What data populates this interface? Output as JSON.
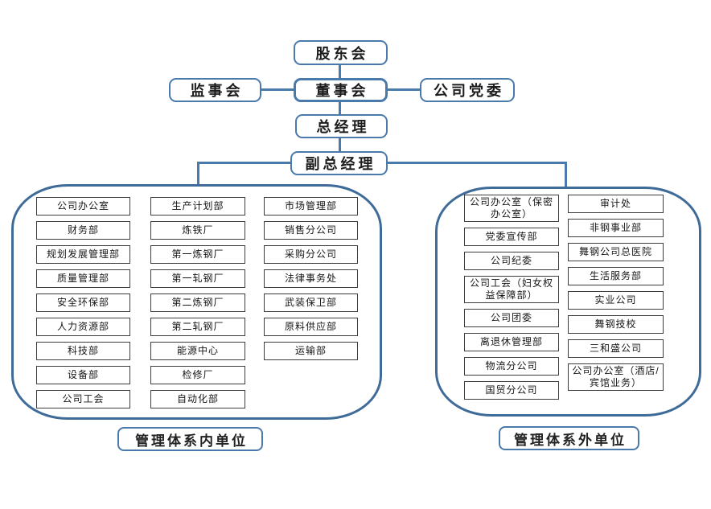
{
  "top": {
    "shareholders": "股东会",
    "supervisory_board": "监事会",
    "board_of_directors": "董事会",
    "party_committee": "公司党委",
    "general_manager": "总经理",
    "deputy_general_manager": "副总经理"
  },
  "left_group": {
    "label": "管理体系内单位",
    "columns": [
      [
        "公司办公室",
        "财务部",
        "规划发展管理部",
        "质量管理部",
        "安全环保部",
        "人力资源部",
        "科技部",
        "设备部",
        "公司工会"
      ],
      [
        "生产计划部",
        "炼铁厂",
        "第一炼钢厂",
        "第一轧钢厂",
        "第二炼钢厂",
        "第二轧钢厂",
        "能源中心",
        "检修厂",
        "自动化部"
      ],
      [
        "市场管理部",
        "销售分公司",
        "采购分公司",
        "法律事务处",
        "武装保卫部",
        "原料供应部",
        "运输部"
      ]
    ]
  },
  "right_group": {
    "label": "管理体系外单位",
    "columns": [
      [
        "公司办公室（保密办公室）",
        "党委宣传部",
        "公司纪委",
        "公司工会（妇女权益保障部）",
        "公司团委",
        "离退休管理部",
        "物流分公司",
        "国贸分公司"
      ],
      [
        "审计处",
        "非钢事业部",
        "舞钢公司总医院",
        "生活服务部",
        "实业公司",
        "舞钢技校",
        "三和盛公司",
        "公司办公室（酒店/宾馆业务）"
      ]
    ]
  },
  "colors": {
    "connector_blue": "#4a79ab",
    "container_border_blue": "#3f6b99",
    "dept_box_border": "#3c3c3c"
  }
}
